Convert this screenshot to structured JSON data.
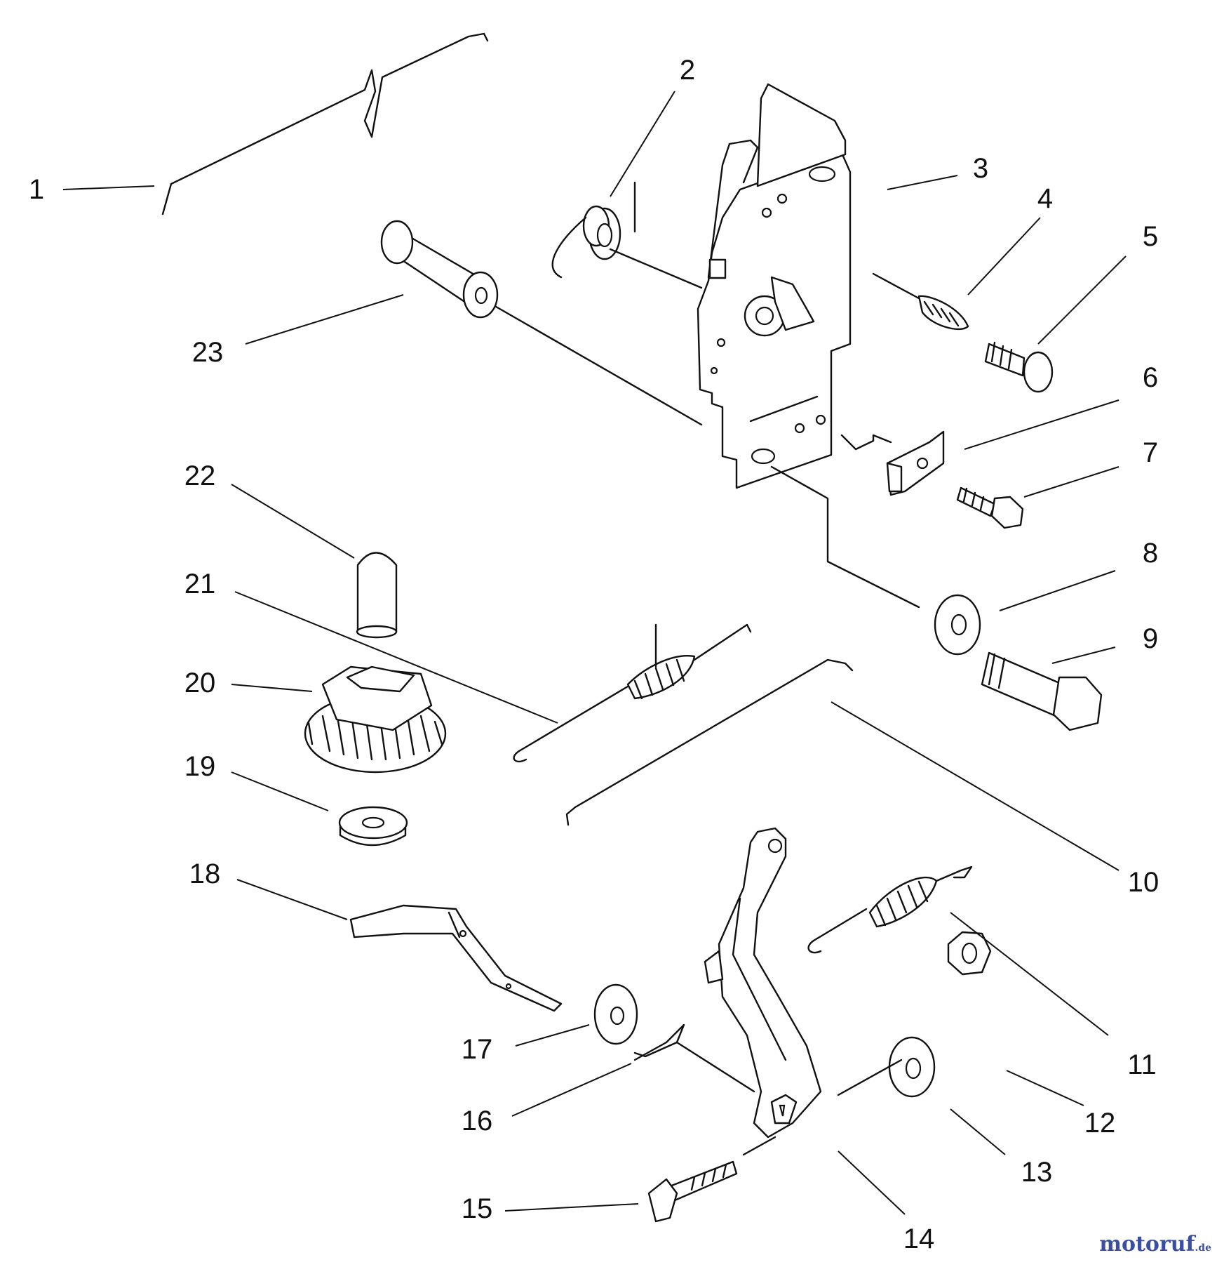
{
  "callouts": {
    "c1": "1",
    "c2": "2",
    "c3": "3",
    "c4": "4",
    "c5": "5",
    "c6": "6",
    "c7": "7",
    "c8": "8",
    "c9": "9",
    "c10": "10",
    "c11": "11",
    "c12": "12",
    "c13": "13",
    "c14": "14",
    "c15": "15",
    "c16": "16",
    "c17": "17",
    "c18": "18",
    "c19": "19",
    "c20": "20",
    "c21": "21",
    "c22": "22",
    "c23": "23"
  },
  "watermark": {
    "name": "motoruf",
    "suffix": ".de",
    "color": "#3b4fa0"
  }
}
